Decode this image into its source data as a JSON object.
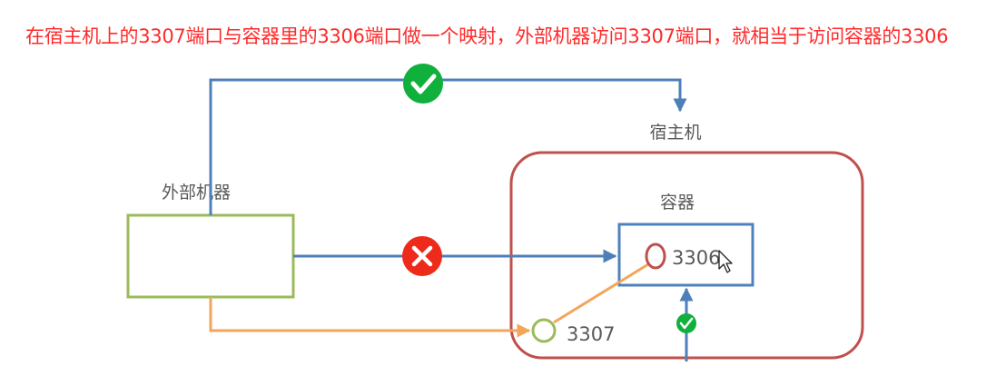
{
  "caption": "在宿主机上的3307端口与容器里的3306端口做一个映射，外部机器访问3307端口，就相当于访问容器的3306",
  "labels": {
    "host": "宿主机",
    "container": "容器",
    "external_machine": "外部机器",
    "container_port": "3306",
    "host_port": "3307"
  },
  "colors": {
    "caption": "#ff2a2a",
    "blue_arrow": "#4f7fb9",
    "orange_arrow": "#f2a65a",
    "external_box": "#9bbb59",
    "host_box": "#c0504d",
    "container_box": "#4f81bd",
    "check_green": "#10b03c",
    "cross_red": "#ee2a1b"
  },
  "icons": {
    "top_status": "check-icon",
    "middle_status": "cross-icon",
    "bottom_status": "check-icon",
    "cursor": "mouse-pointer-icon"
  }
}
